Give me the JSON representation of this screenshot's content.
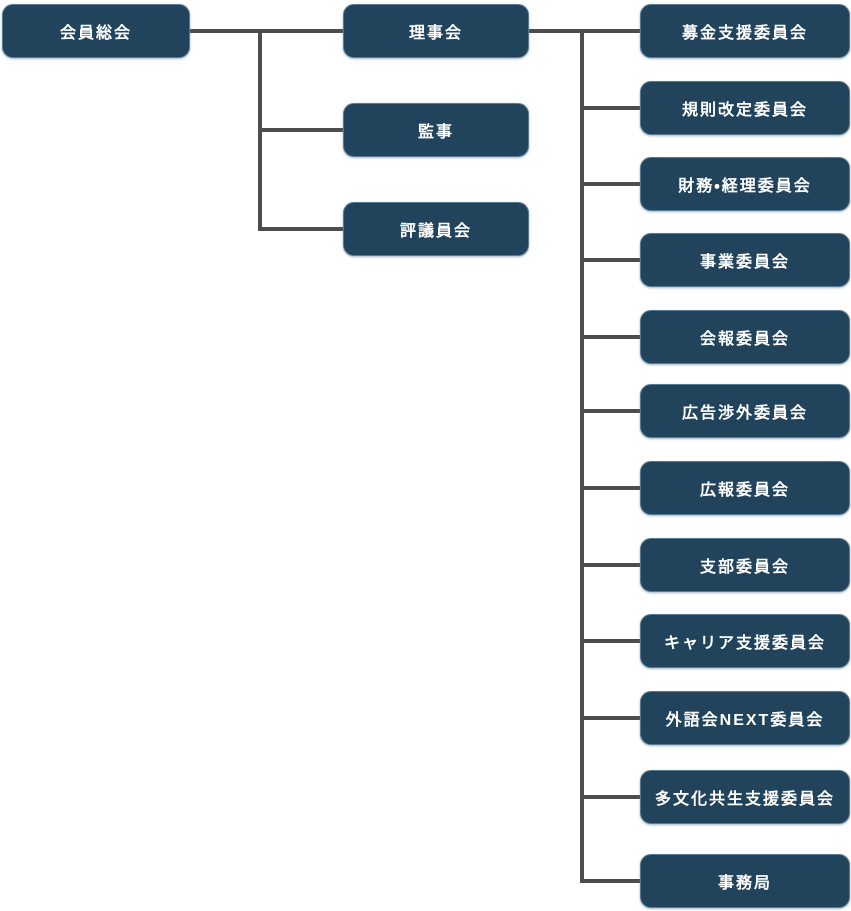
{
  "diagram": {
    "type": "org-chart",
    "root": {
      "label": "会員総会"
    },
    "level2": [
      {
        "label": "理事会"
      },
      {
        "label": "監事"
      },
      {
        "label": "評議員会"
      }
    ],
    "committees": [
      {
        "label": "募金支援委員会"
      },
      {
        "label": "規則改定委員会"
      },
      {
        "label": "財務・経理委員会"
      },
      {
        "label": "事業委員会"
      },
      {
        "label": "会報委員会"
      },
      {
        "label": "広告渉外委員会"
      },
      {
        "label": "広報委員会"
      },
      {
        "label": "支部委員会"
      },
      {
        "label": "キャリア支援委員会"
      },
      {
        "label": "外語会NEXT委員会"
      },
      {
        "label": "多文化共生支援委員会"
      },
      {
        "label": "事務局"
      }
    ]
  },
  "colors": {
    "box_fill": "#21435B",
    "box_border": "#587A93",
    "box_text": "#FFFFFF",
    "connector": "#4D4D4D",
    "background": "#FFFFFF"
  }
}
